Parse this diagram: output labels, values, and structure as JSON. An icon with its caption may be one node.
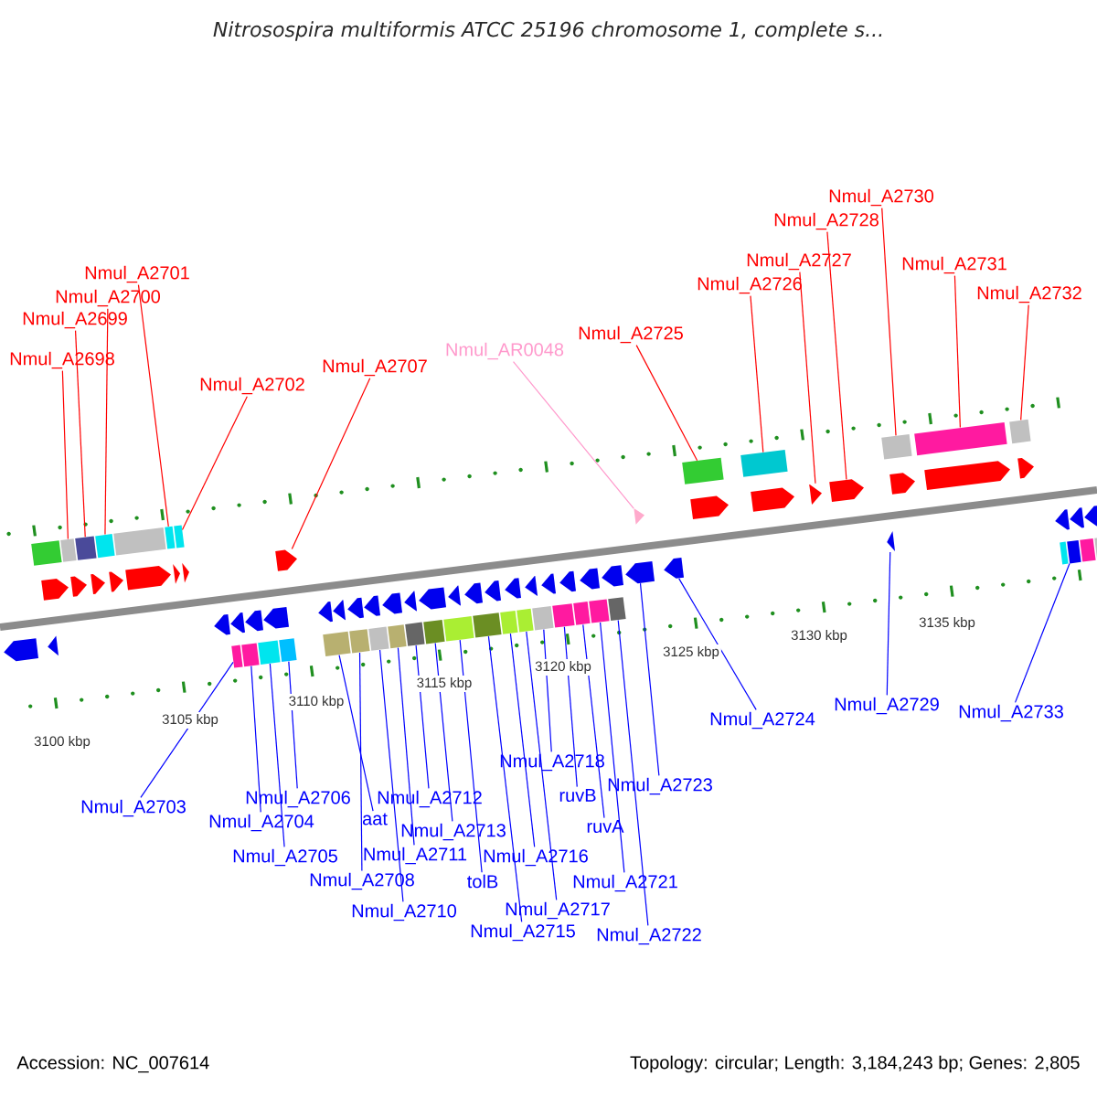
{
  "diagram": {
    "title": "Nitrosospira multiformis ATCC 25196 chromosome 1, complete s...",
    "nodes": [
      {
        "text": [
          "Nmul_A2698"
        ]
      },
      {
        "text": [
          "Nmul_A2699"
        ]
      },
      {
        "text": [
          "Nmul_A2700"
        ]
      },
      {
        "text": [
          "Nmul_A2701"
        ]
      },
      {
        "text": [
          "Nmul_A2702"
        ]
      },
      {
        "text": [
          "Nmul_A2707"
        ]
      },
      {
        "text": [
          "Nmul_AR0048"
        ]
      },
      {
        "text": [
          "Nmul_A2725"
        ]
      },
      {
        "text": [
          "Nmul_A2726"
        ]
      },
      {
        "text": [
          "Nmul_A2727"
        ]
      },
      {
        "text": [
          "Nmul_A2728"
        ]
      },
      {
        "text": [
          "Nmul_A2730"
        ]
      },
      {
        "text": [
          "Nmul_A2731"
        ]
      },
      {
        "text": [
          "Nmul_A2732"
        ]
      },
      {
        "text": [
          "Nmul_A2703"
        ]
      },
      {
        "text": [
          "Nmul_A2704"
        ]
      },
      {
        "text": [
          "Nmul_A2705"
        ]
      },
      {
        "text": [
          "Nmul_A2706"
        ]
      },
      {
        "text": [
          "aat"
        ]
      },
      {
        "text": [
          "Nmul_A2708"
        ]
      },
      {
        "text": [
          "Nmul_A2710"
        ]
      },
      {
        "text": [
          "Nmul_A2711"
        ]
      },
      {
        "text": [
          "Nmul_A2712"
        ]
      },
      {
        "text": [
          "Nmul_A2713"
        ]
      },
      {
        "text": [
          "tolB"
        ]
      },
      {
        "text": [
          "Nmul_A2715"
        ]
      },
      {
        "text": [
          "Nmul_A2716"
        ]
      },
      {
        "text": [
          "Nmul_A2717"
        ]
      },
      {
        "text": [
          "Nmul_A2718"
        ]
      },
      {
        "text": [
          "ruvB"
        ]
      },
      {
        "text": [
          "ruvA"
        ]
      },
      {
        "text": [
          "Nmul_A2721"
        ]
      },
      {
        "text": [
          "Nmul_A2722"
        ]
      },
      {
        "text": [
          "Nmul_A2723"
        ]
      },
      {
        "text": [
          "Nmul_A2724"
        ]
      },
      {
        "text": [
          "Nmul_A2729"
        ]
      },
      {
        "text": [
          "Nmul_A2733"
        ]
      },
      {
        "text": [],
        "shape": "box"
      },
      {
        "text": [],
        "shape": "box"
      },
      {
        "text": [],
        "shape": "box"
      },
      {
        "text": [],
        "shape": "box"
      },
      {
        "text": [],
        "shape": "box"
      },
      {
        "text": [],
        "shape": "pentagon"
      },
      {
        "text": [],
        "shape": "pentagon"
      },
      {
        "text": [],
        "shape": "box"
      },
      {
        "text": [],
        "shape": "box"
      },
      {
        "text": [],
        "shape": "pentagon"
      },
      {
        "text": [],
        "shape": "pentagon"
      },
      {
        "text": [],
        "shape": "box"
      },
      {
        "text": [],
        "shape": "box"
      },
      {
        "text": [],
        "shape": "box"
      },
      {
        "text": [],
        "shape": "box"
      },
      {
        "text": [],
        "shape": "box"
      },
      {
        "text": [],
        "shape": "box"
      },
      {
        "text": [],
        "shape": "box"
      },
      {
        "text": [],
        "shape": "box"
      },
      {
        "text": [],
        "shape": "box"
      },
      {
        "text": [],
        "shape": "box"
      },
      {
        "text": [],
        "shape": "box"
      },
      {
        "text": [],
        "shape": "box"
      },
      {
        "text": [],
        "shape": "box"
      },
      {
        "text": [],
        "shape": "box"
      },
      {
        "text": [],
        "shape": "box"
      },
      {
        "text": [],
        "shape": "box"
      },
      {
        "text": [],
        "shape": "box"
      },
      {
        "text": [],
        "shape": "box"
      },
      {
        "text": [],
        "shape": "box"
      },
      {
        "text": [],
        "shape": "box"
      },
      {
        "text": [],
        "shape": "box"
      },
      {
        "text": [],
        "shape": "box"
      },
      {
        "text": [],
        "shape": "pentagon"
      },
      {
        "text": [],
        "shape": "pentagon"
      },
      {
        "text": [],
        "shape": "pentagon"
      },
      {
        "text": [],
        "shape": "box"
      },
      {
        "text": [],
        "shape": "pentagon"
      },
      {
        "text": [],
        "shape": "pentagon"
      },
      {
        "text": [],
        "shape": "pentagon"
      },
      {
        "text": [],
        "shape": "pentagon"
      },
      {
        "text": [],
        "shape": "pentagon"
      },
      {
        "text": [],
        "shape": "pentagon"
      },
      {
        "text": [],
        "shape": "pentagon"
      },
      {
        "text": [],
        "shape": "pentagon"
      },
      {
        "text": [],
        "shape": "pentagon"
      },
      {
        "text": [],
        "shape": "pentagon"
      },
      {
        "text": [],
        "shape": "pentagon"
      },
      {
        "text": [],
        "shape": "pentagon"
      },
      {
        "text": [],
        "shape": "box"
      },
      {
        "text": [],
        "shape": "box"
      },
      {
        "text": [],
        "shape": "pentagon"
      },
      {
        "text": [],
        "shape": "pentagon"
      },
      {
        "text": [],
        "shape": "pentagon"
      },
      {
        "text": [],
        "shape": "pentagon"
      },
      {
        "text": [],
        "shape": "pentagon"
      },
      {
        "text": [],
        "shape": "pentagon"
      },
      {
        "text": [],
        "shape": "pentagon"
      },
      {
        "text": [],
        "shape": "pentagon"
      },
      {
        "text": [],
        "shape": "pentagon"
      },
      {
        "text": [],
        "shape": "pentagon"
      },
      {
        "text": [],
        "shape": "pentagon"
      },
      {
        "text": [],
        "shape": "pentagon"
      },
      {
        "text": [],
        "shape": "pentagon"
      },
      {
        "text": [],
        "shape": "pentagon"
      },
      {
        "text": [],
        "shape": "pentagon"
      },
      {
        "text": [],
        "shape": "pentagon"
      },
      {
        "text": [],
        "shape": "pentagon"
      },
      {
        "text": [],
        "shape": "pentagon"
      },
      {
        "text": [],
        "shape": "pentagon"
      },
      {
        "text": [],
        "shape": "pentagon"
      },
      {
        "text": [],
        "shape": "pentagon"
      },
      {
        "text": [],
        "shape": "pentagon"
      },
      {
        "text": [],
        "shape": "pentagon"
      },
      {
        "text": [],
        "shape": "pentagon"
      },
      {
        "text": [],
        "shape": "pentagon"
      },
      {
        "text": [],
        "shape": "box"
      },
      {
        "text": [],
        "shape": "box"
      },
      {
        "text": [],
        "shape": "box"
      }
    ],
    "edges": [
      {
        "from": 0,
        "to": 37,
        "arrow": "none",
        "color": "#ff0000"
      },
      {
        "from": 1,
        "to": 38,
        "arrow": "none",
        "color": "#ff0000"
      },
      {
        "from": 2,
        "to": 39,
        "arrow": "none",
        "color": "#ff0000"
      },
      {
        "from": 3,
        "to": 40,
        "arrow": "none",
        "color": "#ff0000"
      },
      {
        "from": 4,
        "to": 41,
        "arrow": "none",
        "color": "#ff0000"
      },
      {
        "from": 5,
        "to": 42,
        "arrow": "none",
        "color": "#ff0000"
      },
      {
        "from": 6,
        "to": 43,
        "arrow": "none",
        "color": "#ff99cc"
      },
      {
        "from": 7,
        "to": 44,
        "arrow": "none",
        "color": "#ff0000"
      },
      {
        "from": 8,
        "to": 45,
        "arrow": "none",
        "color": "#ff0000"
      },
      {
        "from": 9,
        "to": 46,
        "arrow": "none",
        "color": "#ff0000"
      },
      {
        "from": 10,
        "to": 47,
        "arrow": "none",
        "color": "#ff0000"
      },
      {
        "from": 11,
        "to": 48,
        "arrow": "none",
        "color": "#ff0000"
      },
      {
        "from": 12,
        "to": 49,
        "arrow": "none",
        "color": "#ff0000"
      },
      {
        "from": 13,
        "to": 50,
        "arrow": "none",
        "color": "#ff0000"
      },
      {
        "from": 14,
        "to": 51,
        "arrow": "none"
      },
      {
        "from": 15,
        "to": 52,
        "arrow": "none"
      },
      {
        "from": 16,
        "to": 53,
        "arrow": "none"
      },
      {
        "from": 17,
        "to": 54,
        "arrow": "none"
      },
      {
        "from": 18,
        "to": 55,
        "arrow": "none"
      },
      {
        "from": 19,
        "to": 56,
        "arrow": "none"
      },
      {
        "from": 20,
        "to": 57,
        "arrow": "none"
      },
      {
        "from": 21,
        "to": 58,
        "arrow": "none"
      },
      {
        "from": 22,
        "to": 59,
        "arrow": "none"
      },
      {
        "from": 23,
        "to": 60,
        "arrow": "none"
      },
      {
        "from": 24,
        "to": 61,
        "arrow": "none"
      },
      {
        "from": 25,
        "to": 62,
        "arrow": "none"
      },
      {
        "from": 26,
        "to": 63,
        "arrow": "none"
      },
      {
        "from": 27,
        "to": 64,
        "arrow": "none"
      },
      {
        "from": 28,
        "to": 65,
        "arrow": "none"
      },
      {
        "from": 29,
        "to": 66,
        "arrow": "none"
      },
      {
        "from": 30,
        "to": 67,
        "arrow": "none"
      },
      {
        "from": 31,
        "to": 68,
        "arrow": "none"
      },
      {
        "from": 32,
        "to": 69,
        "arrow": "none"
      },
      {
        "from": 33,
        "to": 70,
        "arrow": "none"
      },
      {
        "from": 34,
        "to": 71,
        "arrow": "none"
      },
      {
        "from": 35,
        "to": 72,
        "arrow": "none"
      },
      {
        "from": 36,
        "to": 73,
        "arrow": "none"
      }
    ],
    "labels": [
      "3100 kbp",
      "3105 kbp",
      "3110 kbp",
      "3115 kbp",
      "3120 kbp",
      "3125 kbp",
      "3130 kbp",
      "3135 kbp",
      "Accession: NC_007614",
      "Topology: circular; Length: 3,184,243 bp; Genes: 2,805"
    ]
  }
}
